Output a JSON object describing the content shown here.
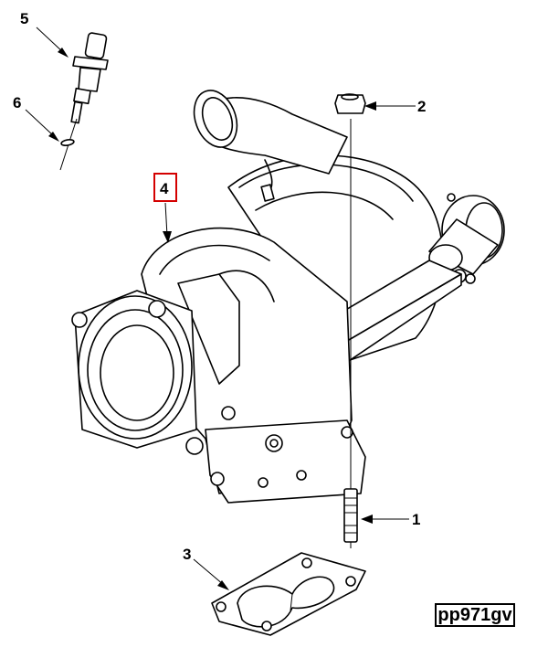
{
  "callouts": [
    {
      "id": "1",
      "label": "1"
    },
    {
      "id": "2",
      "label": "2"
    },
    {
      "id": "3",
      "label": "3"
    },
    {
      "id": "4",
      "label": "4"
    },
    {
      "id": "5",
      "label": "5"
    },
    {
      "id": "6",
      "label": "6"
    }
  ],
  "highlight_color": "#d40000",
  "reference_code": "pp971gv"
}
